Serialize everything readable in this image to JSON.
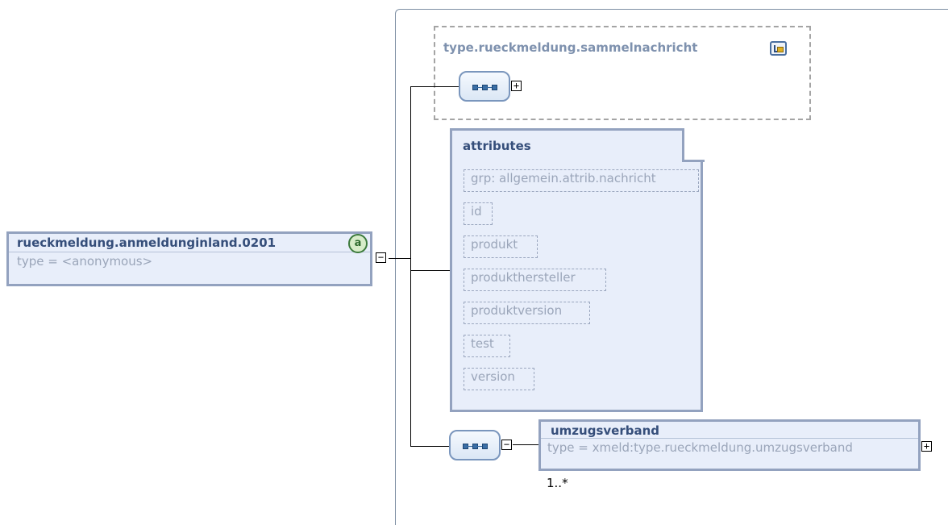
{
  "root": {
    "name": "rueckmeldung.anmeldunginland.0201",
    "type": "type = <anonymous>",
    "badge": "a"
  },
  "base_type": {
    "name": "type.rueckmeldung.sammelnachricht",
    "icon": "complex-type-icon"
  },
  "attributes": {
    "title": "attributes",
    "items": [
      "grp: allgemein.attrib.nachricht",
      "id",
      "produkt",
      "produkthersteller",
      "produktversion",
      "test",
      "version"
    ]
  },
  "child": {
    "name": "umzugsverband",
    "type": "type = xmeld:type.rueckmeldung.umzugsverband",
    "occurrence": "1..*"
  },
  "toggles": {
    "collapse": "−",
    "expand": "+"
  }
}
